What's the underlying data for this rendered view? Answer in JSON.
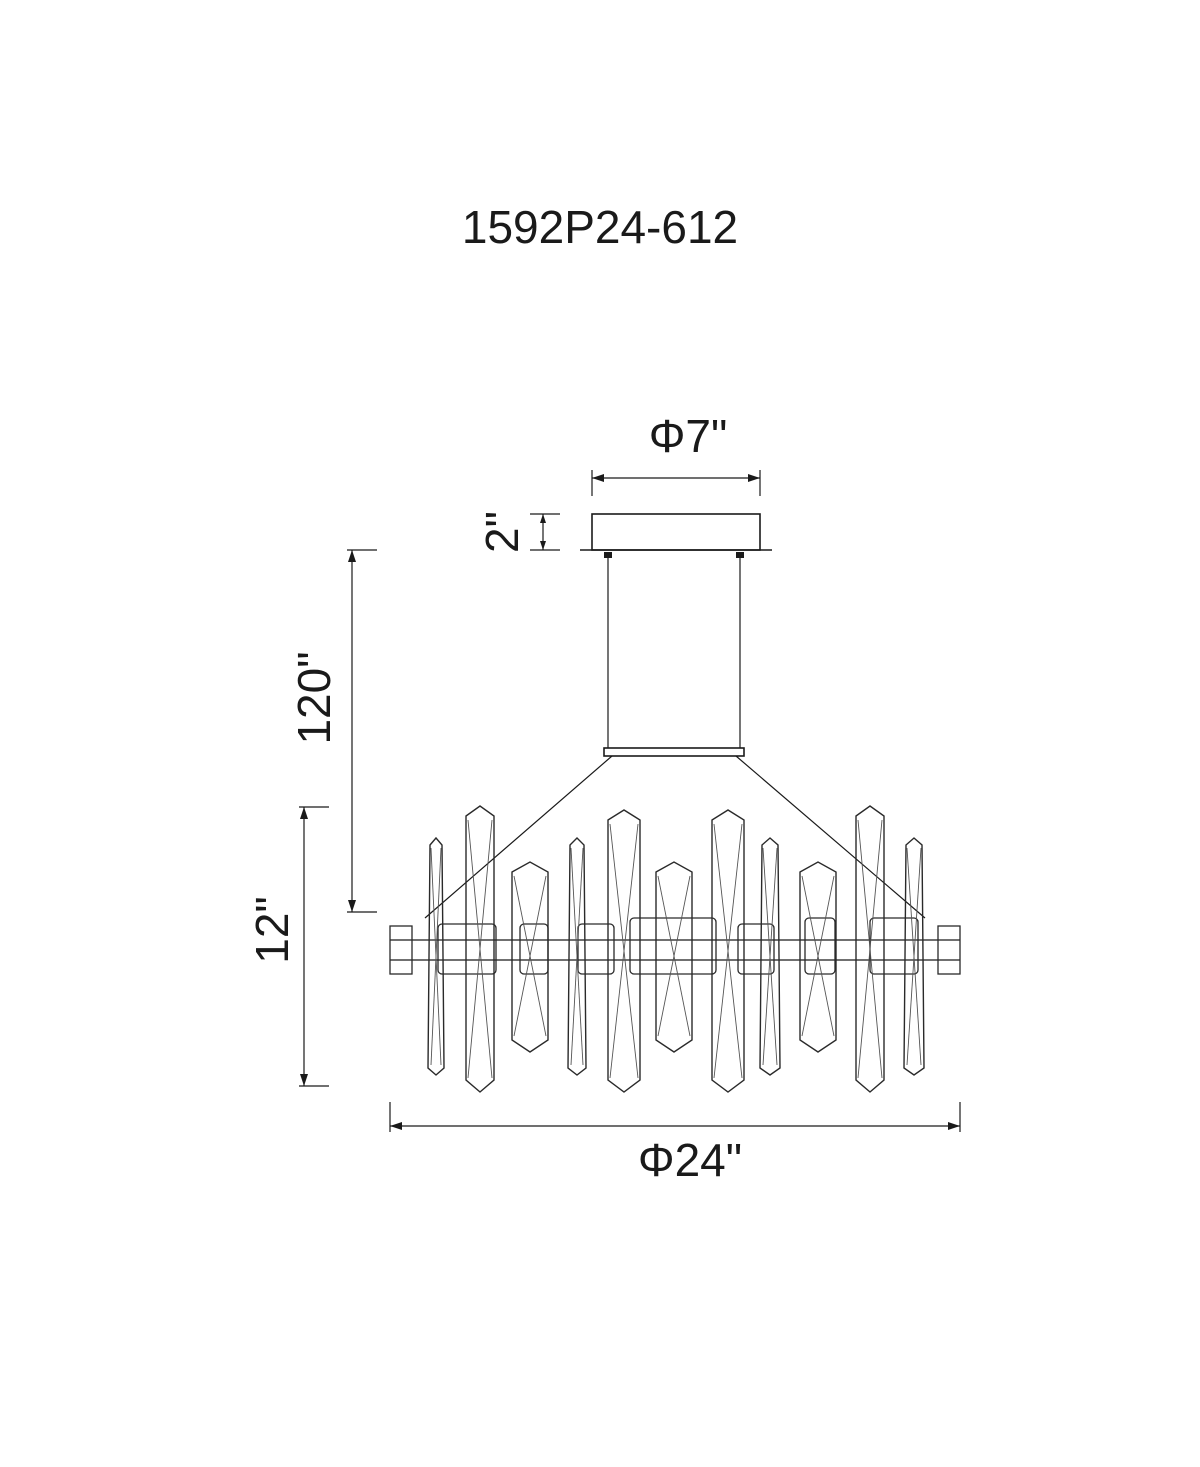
{
  "model_number": "1592P24-612",
  "dimensions": {
    "canopy_diameter": "Φ7\"",
    "canopy_height": "2\"",
    "overall_height": "120\"",
    "fixture_height": "12\"",
    "fixture_diameter": "Φ24\""
  }
}
